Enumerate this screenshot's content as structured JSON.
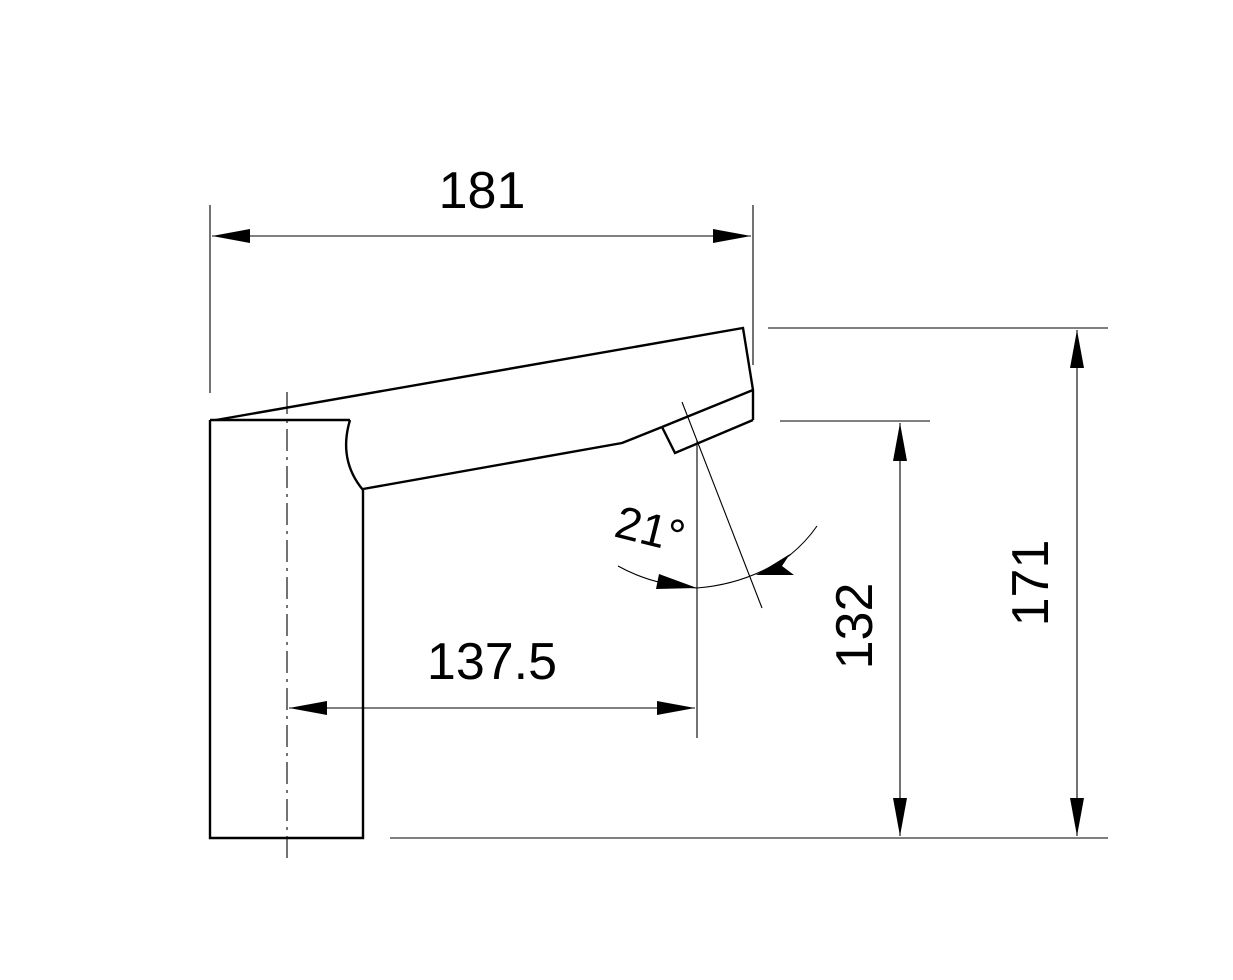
{
  "dimensions": {
    "overall_width": "181",
    "outlet_offset": "137.5",
    "outlet_height": "132",
    "overall_height": "171",
    "spray_angle": "21°"
  }
}
